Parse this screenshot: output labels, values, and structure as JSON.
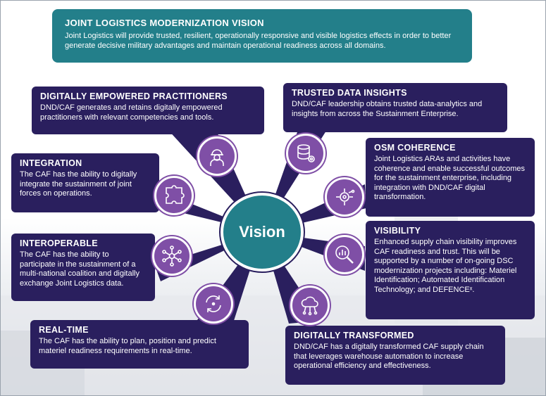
{
  "vision": {
    "title": "JOINT LOGISTICS MODERNIZATION VISION",
    "body": "Joint Logistics will provide trusted, resilient, operationally responsive and visible logistics effects in order to better generate decisive military advantages and maintain operational readiness across all domains."
  },
  "hub": {
    "label": "Vision"
  },
  "cards": {
    "practitioners": {
      "title": "DIGITALLY EMPOWERED PRACTITIONERS",
      "body": "DND/CAF generates and retains digitally empowered practitioners with relevant competencies and tools."
    },
    "trusted": {
      "title": "TRUSTED DATA INSIGHTS",
      "body": "DND/CAF leadership obtains trusted data-analytics and insights from across the Sustainment Enterprise."
    },
    "integration": {
      "title": "INTEGRATION",
      "body": "The CAF has the ability to digitally integrate the sustainment of joint forces on operations."
    },
    "osm": {
      "title": "OSM COHERENCE",
      "body": "Joint Logistics ARAs and activities have coherence and enable successful outcomes for the sustainment enterprise, including integration with DND/CAF digital transformation."
    },
    "interoperable": {
      "title": "INTEROPERABLE",
      "body": "The CAF has the ability to participate in the sustainment of a multi-national coalition and digitally exchange Joint Logistics data."
    },
    "visibility": {
      "title": "VISIBILITY",
      "body": "Enhanced supply chain visibility improves CAF readiness and trust. This will be supported by a number of on-going DSC modernization projects including: Materiel Identification; Automated Identification Technology; and DEFENCEˣ."
    },
    "realtime": {
      "title": "REAL-TIME",
      "body": "The CAF has the ability to plan, position and predict materiel readiness requirements in real-time."
    },
    "transformed": {
      "title": "DIGITALLY TRANSFORMED",
      "body": "DND/CAF has a digitally transformed CAF supply chain that leverages warehouse automation to increase operational efficiency and effectiveness."
    }
  },
  "icons": {
    "practitioners": "worker-icon",
    "trusted": "database-gear-icon",
    "integration": "puzzle-icon",
    "osm": "circuit-gear-icon",
    "interoperable": "network-icon",
    "visibility": "magnifier-chart-icon",
    "realtime": "cycle-icon",
    "transformed": "cloud-network-icon"
  },
  "colors": {
    "teal": "#237f8a",
    "navy": "#2a1f5e",
    "purple": "#7f4fa6"
  }
}
